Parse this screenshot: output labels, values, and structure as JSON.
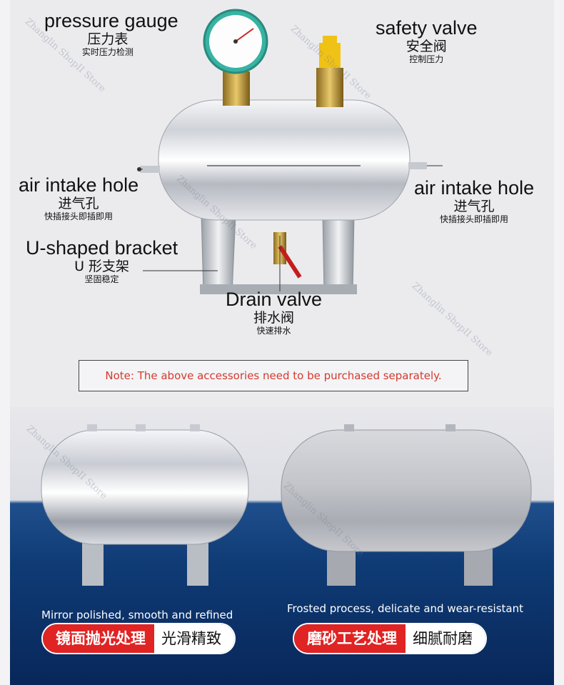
{
  "labels": {
    "pressure_gauge": {
      "en": "pressure gauge",
      "cn": "压力表",
      "sub": "实时压力检测"
    },
    "safety_valve": {
      "en": "safety valve",
      "cn": "安全阀",
      "sub": "控制压力"
    },
    "air_intake_left": {
      "en": "air intake hole",
      "cn": "进气孔",
      "sub": "快插接头即插即用"
    },
    "air_intake_right": {
      "en": "air intake hole",
      "cn": "进气孔",
      "sub": "快插接头即插即用"
    },
    "u_bracket": {
      "en": "U-shaped bracket",
      "cn": "U 形支架",
      "sub": "坚固稳定"
    },
    "drain_valve": {
      "en": "Drain valve",
      "cn": "排水阀",
      "sub": "快速排水"
    }
  },
  "note": "Note: The above accessories need to be purchased separately.",
  "products": [
    {
      "caption": "Mirror polished, smooth and refined",
      "tag_red": "镜面抛光处理",
      "tag_white": "光滑精致"
    },
    {
      "caption": "Frosted process, delicate and wear-resistant",
      "tag_red": "磨砂工艺处理",
      "tag_white": "细腻耐磨"
    }
  ],
  "watermark": "Zhanglin ShopII Store",
  "colors": {
    "note_red": "#d33a2f",
    "tag_red": "#e02323",
    "band_blue": "#0f3b75"
  }
}
